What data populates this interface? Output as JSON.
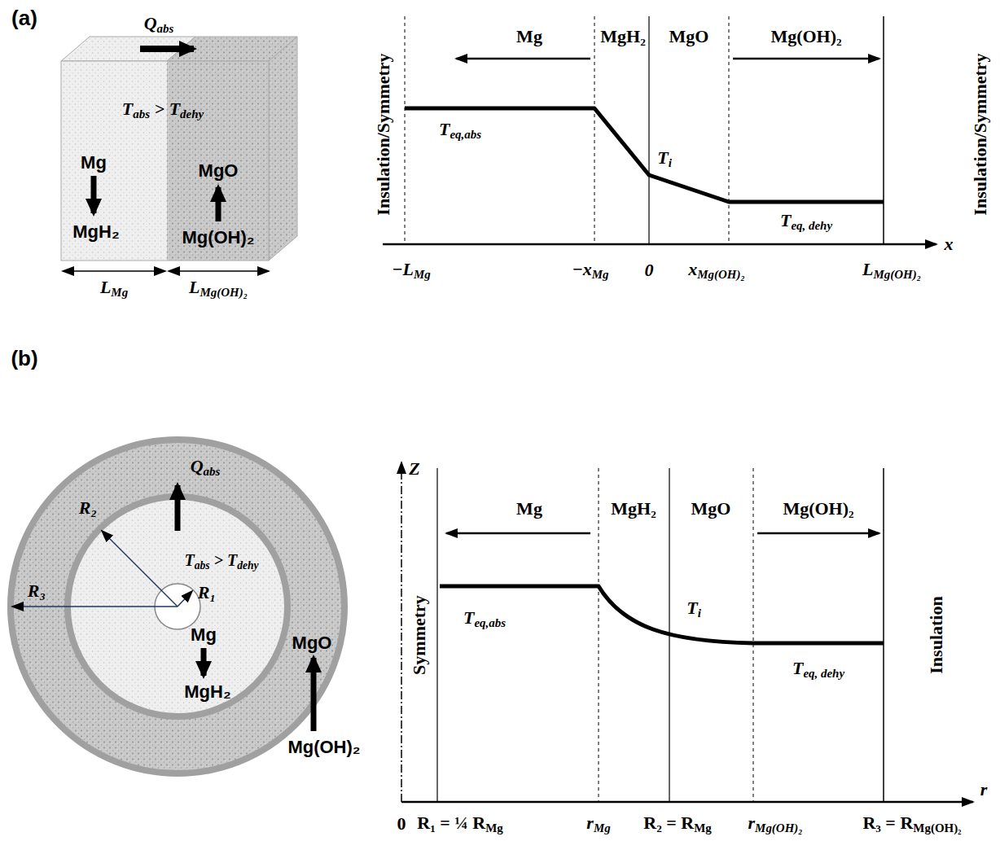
{
  "diagram": {
    "labels": [
      "(a)",
      "Q",
      "abs",
      "T",
      "abs",
      ">",
      "T",
      "dehy",
      "Mg",
      "MgH₂",
      "MgO",
      "Mg(OH)₂",
      "L",
      "Mg",
      "L",
      "Mg(OH)₂",
      "Insulation/Symmetry",
      "Insulation/Symmetry",
      "Mg",
      "MgH₂",
      "MgO",
      "Mg(OH)₂",
      "T",
      "eq,abs",
      "T",
      "i",
      "T",
      "eq, dehy",
      "x",
      "−L",
      "Mg",
      "−x",
      "Mg",
      "0",
      "x",
      "Mg(OH)₂",
      "L",
      "Mg(OH)₂",
      "(b)",
      "Q",
      "abs",
      "T",
      "abs",
      ">",
      "T",
      "dehy",
      "R₁",
      "R₂",
      "R₃",
      "Mg",
      "MgH₂",
      "MgO",
      "Mg(OH)₂",
      "Z",
      "Symmetry",
      "Insulation",
      "Mg",
      "MgH₂",
      "MgO",
      "Mg(OH)₂",
      "T",
      "eq,abs",
      "T",
      "i",
      "T",
      "eq, dehy",
      "r",
      "0",
      "R₁ = ¼ R",
      "Mg",
      "r",
      "Mg",
      "R₂ = R",
      "Mg",
      "r",
      "Mg(OH)₂",
      "R₃ = R",
      "Mg(OH)₂"
    ]
  }
}
